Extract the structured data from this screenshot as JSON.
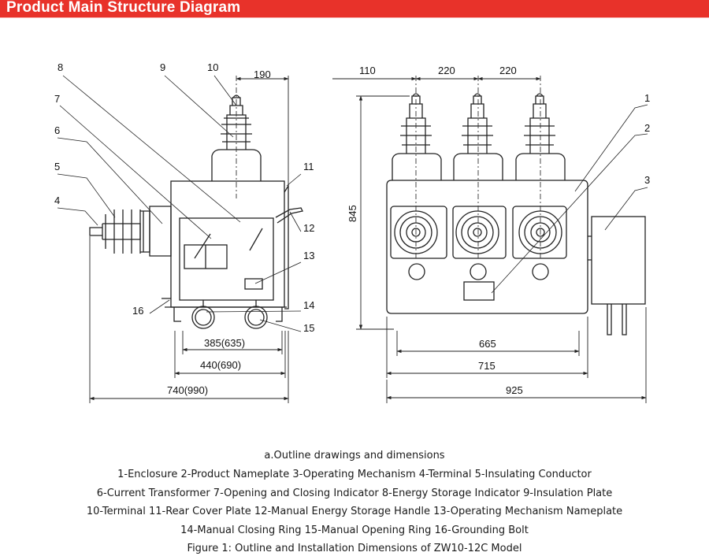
{
  "header": {
    "title": "Product Main Structure Diagram",
    "bar_color": "#e8322a"
  },
  "left_view": {
    "callouts": [
      "1",
      "2",
      "3",
      "4",
      "5",
      "6",
      "7",
      "8",
      "9",
      "10",
      "11",
      "12",
      "13",
      "14",
      "15",
      "16"
    ],
    "dimensions": {
      "top": "190",
      "d385": "385(635)",
      "d440": "440(690)",
      "d740": "740(990)"
    }
  },
  "right_view": {
    "dimensions": {
      "d110": "110",
      "d220a": "220",
      "d220b": "220",
      "d845": "845",
      "d665": "665",
      "d715": "715",
      "d925": "925"
    }
  },
  "caption": {
    "subtitle": "a.Outline drawings and dimensions",
    "legend_lines": [
      "1-Enclosure  2-Product Nameplate  3-Operating Mechanism  4-Terminal  5-Insulating Conductor",
      "6-Current Transformer  7-Opening and Closing Indicator  8-Energy Storage Indicator  9-Insulation Plate",
      "10-Terminal  11-Rear Cover Plate  12-Manual Energy Storage Handle  13-Operating Mechanism Nameplate",
      "14-Manual Closing Ring  15-Manual Opening Ring  16-Grounding Bolt"
    ],
    "figure_title": "Figure 1: Outline and Installation Dimensions of ZW10-12C Model"
  }
}
